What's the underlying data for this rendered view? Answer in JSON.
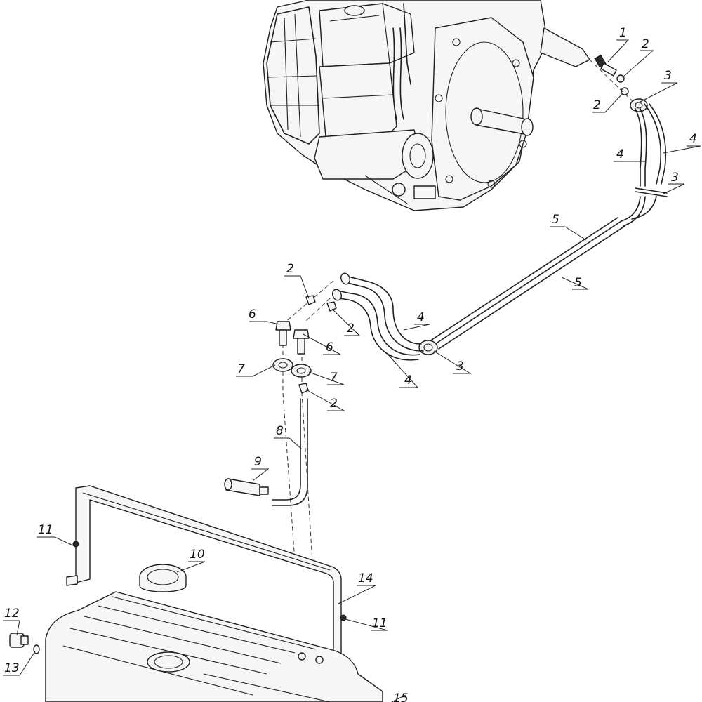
{
  "callouts": [
    {
      "id": "c1",
      "text": "1"
    },
    {
      "id": "c2a",
      "text": "2"
    },
    {
      "id": "c2b",
      "text": "2"
    },
    {
      "id": "c3a",
      "text": "3"
    },
    {
      "id": "c4a",
      "text": "4"
    },
    {
      "id": "c4b",
      "text": "4"
    },
    {
      "id": "c3b",
      "text": "3"
    },
    {
      "id": "c5a",
      "text": "5"
    },
    {
      "id": "c5b",
      "text": "5"
    },
    {
      "id": "c2c",
      "text": "2"
    },
    {
      "id": "c6a",
      "text": "6"
    },
    {
      "id": "c2d",
      "text": "2"
    },
    {
      "id": "c4c",
      "text": "4"
    },
    {
      "id": "c6b",
      "text": "6"
    },
    {
      "id": "c3c",
      "text": "3"
    },
    {
      "id": "c7a",
      "text": "7"
    },
    {
      "id": "c7b",
      "text": "7"
    },
    {
      "id": "c4d",
      "text": "4"
    },
    {
      "id": "c2e",
      "text": "2"
    },
    {
      "id": "c8",
      "text": "8"
    },
    {
      "id": "c9",
      "text": "9"
    },
    {
      "id": "c11a",
      "text": "11"
    },
    {
      "id": "c10",
      "text": "10"
    },
    {
      "id": "c14",
      "text": "14"
    },
    {
      "id": "c12",
      "text": "12"
    },
    {
      "id": "c11b",
      "text": "11"
    },
    {
      "id": "c13",
      "text": "13"
    },
    {
      "id": "c15",
      "text": "15"
    }
  ]
}
